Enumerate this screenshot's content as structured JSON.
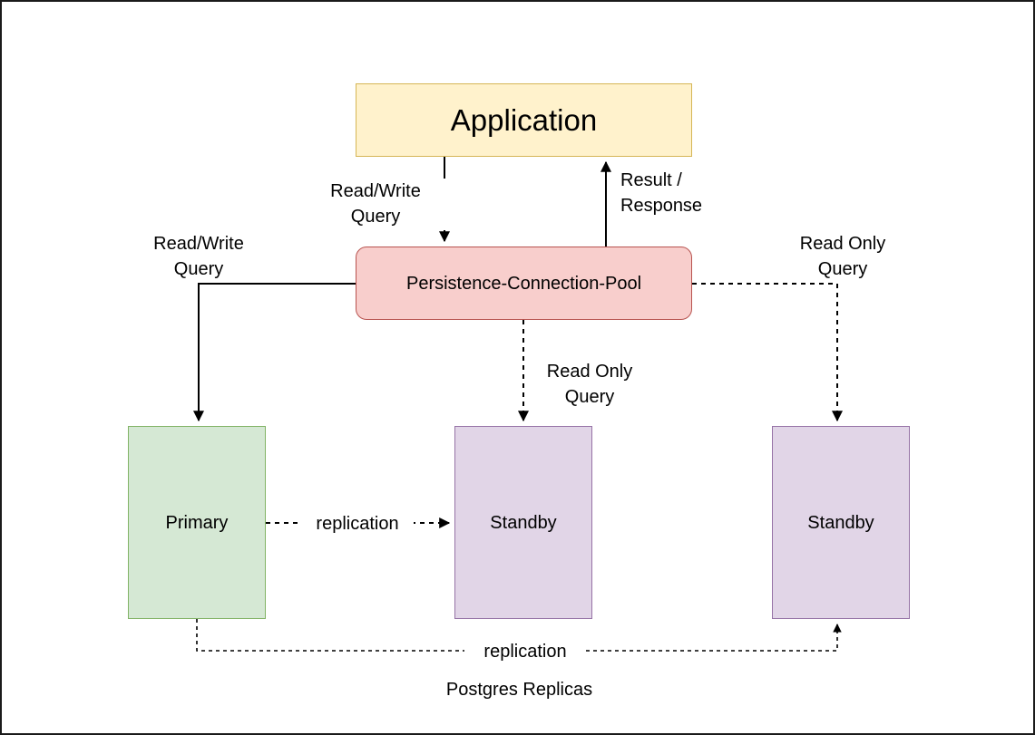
{
  "diagram": {
    "caption": "Postgres Replicas",
    "nodes": {
      "application": {
        "label": "Application",
        "fill": "#fff2cc",
        "stroke": "#d6b656"
      },
      "pool": {
        "label": "Persistence-Connection-Pool",
        "fill": "#f8cecc",
        "stroke": "#b85450"
      },
      "primary": {
        "label": "Primary",
        "fill": "#d5e8d4",
        "stroke": "#82b366"
      },
      "standby_mid": {
        "label": "Standby",
        "fill": "#e1d5e7",
        "stroke": "#9673a6"
      },
      "standby_right": {
        "label": "Standby",
        "fill": "#e1d5e7",
        "stroke": "#9673a6"
      }
    },
    "edges": {
      "app_to_pool": "Read/Write\nQuery",
      "pool_to_app": "Result /\nResponse",
      "pool_to_primary": "Read/Write\nQuery",
      "pool_to_standby_mid": "Read Only\nQuery",
      "pool_to_standby_right": "Read Only\nQuery",
      "primary_to_standby_mid": "replication",
      "primary_to_standby_right": "replication"
    }
  }
}
